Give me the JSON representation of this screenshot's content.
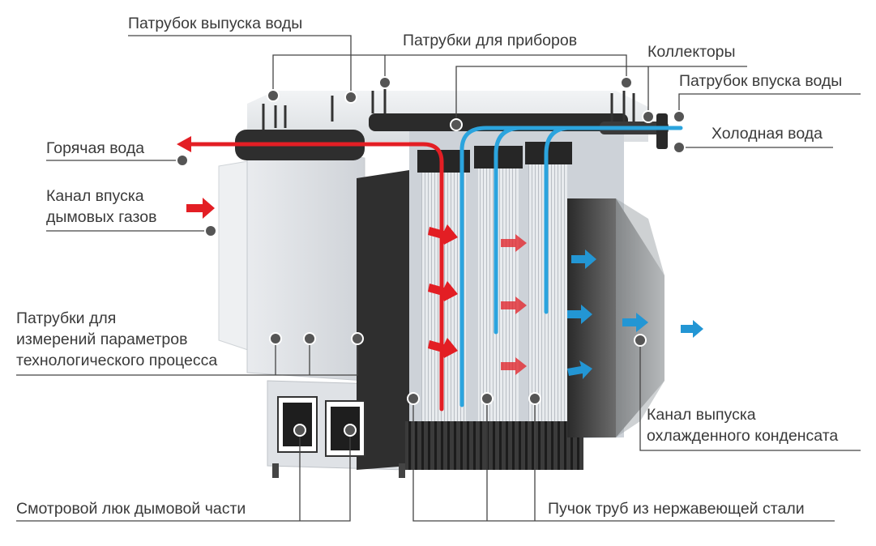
{
  "colors": {
    "hot": "#e31e24",
    "cold": "#1f9ad6",
    "leader": "#444444",
    "marker": "#555555",
    "text": "#3a3a3a"
  },
  "labels": {
    "outlet_nozzle": "Патрубок выпуска воды",
    "instrument_nozzles": "Патрубки для приборов",
    "collectors": "Коллекторы",
    "inlet_nozzle": "Патрубок впуска воды",
    "cold_water": "Холодная вода",
    "hot_water": "Горячая вода",
    "gas_inlet_line1": "Канал впуска",
    "gas_inlet_line2": "дымовых газов",
    "measure_line1": "Патрубки для",
    "measure_line2": "измерений параметров",
    "measure_line3": "технологического процесса",
    "condensate_line1": "Канал выпуска",
    "condensate_line2": "охлажденного конденсата",
    "inspection_hatch": "Смотровой люк дымовой части",
    "tube_bundle": "Пучок труб из нержавеющей стали"
  },
  "icons": {
    "flow_arrow_hot": "arrow-right-red",
    "flow_arrow_cold": "arrow-right-blue",
    "callout_marker": "circle-marker"
  }
}
